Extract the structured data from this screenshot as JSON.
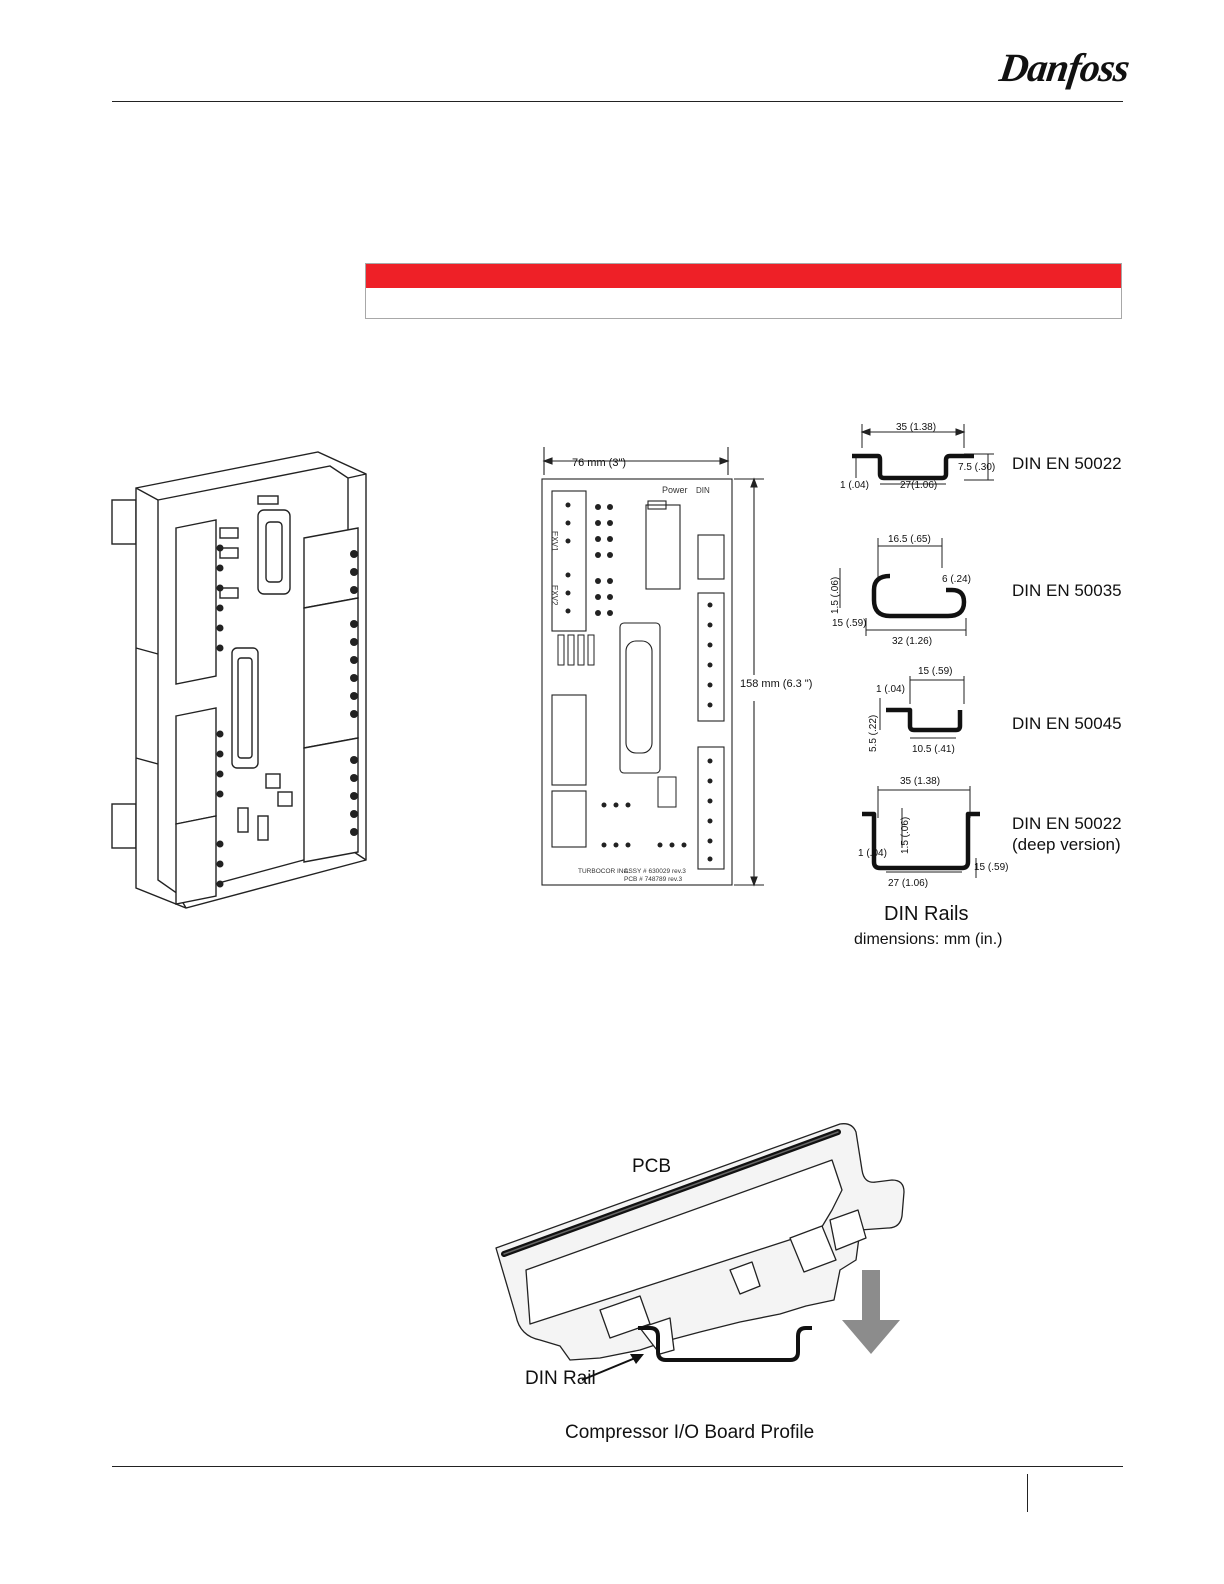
{
  "header": {
    "logo": "Danfoss"
  },
  "board_diagram": {
    "width_dim": "76 mm (3\")",
    "height_dim": "158 mm (6.3 \")",
    "silk_power": "Power",
    "silk_din": "DIN",
    "silk_assy": "ASSY # 630029 rev.3",
    "silk_pcb": "PCB # 748789 rev.3",
    "silk_maker": "TURBOCOR INC.",
    "silk_exv1": "EXV1",
    "silk_exv2": "EXV2"
  },
  "din_rails": {
    "title": "DIN Rails",
    "subtitle": "dimensions: mm (in.)",
    "rails": [
      {
        "name": "DIN EN 50022",
        "dims": [
          "35 (1.38)",
          "7.5 (.30)",
          "1 (.04)",
          "27(1.06)"
        ]
      },
      {
        "name": "DIN EN 50035",
        "dims": [
          "16.5 (.65)",
          "6 (.24)",
          "1.5 (.06)",
          "15 (.59)",
          "32 (1.26)"
        ]
      },
      {
        "name": "DIN EN 50045",
        "dims": [
          "15 (.59)",
          "1 (.04)",
          "5.5 (.22)",
          "10.5 (.41)"
        ]
      },
      {
        "name": "DIN EN 50022",
        "name2": "(deep version)",
        "dims": [
          "35 (1.38)",
          "1.5 (.06)",
          "1 (.04)",
          "27 (1.06)",
          "15 (.59)"
        ]
      }
    ]
  },
  "profile": {
    "pcb_label": "PCB",
    "rail_label": "DIN Rail",
    "caption": "Compressor I/O Board Profile"
  },
  "colors": {
    "warning_red": "#ee2027",
    "rule": "#222222",
    "arrow_grey": "#8c8c8c"
  }
}
